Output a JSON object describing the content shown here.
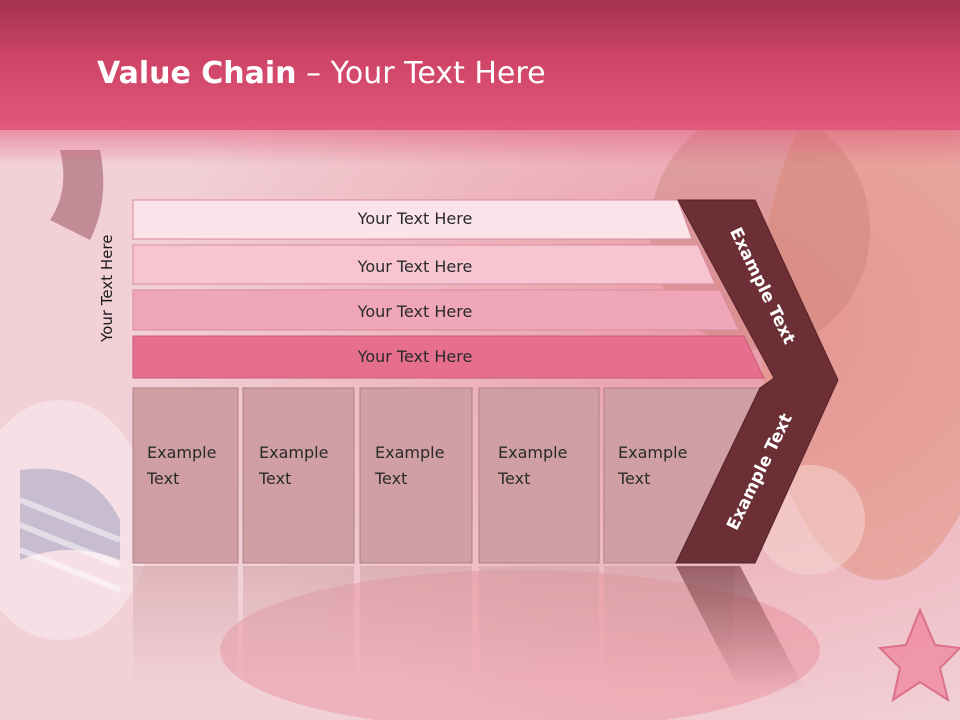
{
  "slide": {
    "title_bold": "Value Chain",
    "title_rest": " – Your Text Here",
    "side_label": "Your Text Here"
  },
  "bars": [
    {
      "label": "Your Text Here",
      "color": "#fbe3ea"
    },
    {
      "label": "Your Text Here",
      "color": "#f6c5d1"
    },
    {
      "label": "Your Text Here",
      "color": "#efa6b8"
    },
    {
      "label": "Your Text Here",
      "color": "#e56f8d"
    }
  ],
  "boxes": [
    {
      "line1": "Example",
      "line2": "Text"
    },
    {
      "line1": "Example",
      "line2": "Text"
    },
    {
      "line1": "Example",
      "line2": "Text"
    },
    {
      "line1": "Example",
      "line2": "Text"
    },
    {
      "line1": "Example",
      "line2": "Text"
    }
  ],
  "chevron": {
    "upper_label": "Example Text",
    "lower_label": "Example Text",
    "color": "#6b2f35"
  },
  "colors": {
    "header": "#cf4466",
    "box_fill": "#cf9fa3",
    "box_border": "#b07f86"
  }
}
